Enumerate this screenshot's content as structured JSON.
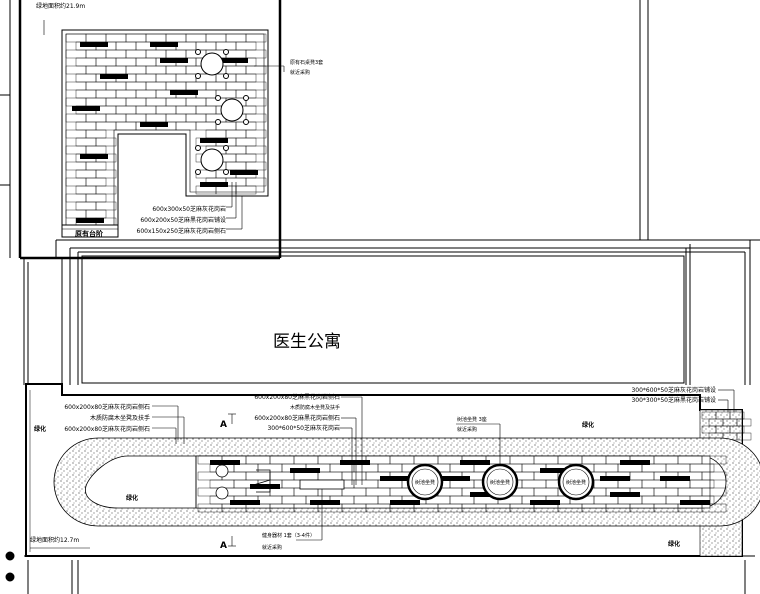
{
  "top_panel": {
    "area_label": "绿地面积约21.9m",
    "callout_stone": "原有石桌凳3套",
    "callout_stone_sub": "就近采购",
    "legend": [
      "600x300x50芝麻灰花岗岩",
      "600x200x50芝麻黑花岗岩铺设",
      "600x150x250芝麻灰花岗岩侧石"
    ],
    "existing_steps": "原有台阶"
  },
  "building": {
    "label": "医生公寓"
  },
  "bottom_panel": {
    "left_callouts": [
      "600x200x80芝麻灰花岗岩侧石",
      "木质防腐木坐凳及扶手",
      "600x200x80芝麻灰花岗岩侧石"
    ],
    "center_callouts": [
      "600x200x80芝麻黑花岗岩侧石",
      "木质防腐木坐凳及扶手",
      "600x200x80芝麻黑花岗岩侧石",
      "300*600*50芝麻灰花岗岩"
    ],
    "tree_callout": "树池坐凳 3座",
    "tree_callout_sub": "就近采购",
    "right_callouts": [
      "300*600*50芝麻灰花岗岩铺设",
      "300*300*50芝麻黑花岗岩铺设"
    ],
    "greenery_labels": [
      "绿化",
      "绿化",
      "绿化",
      "绿化"
    ],
    "tree_pits": [
      "树池坐凳",
      "树池坐凳",
      "树池坐凳"
    ],
    "bottom_area": "绿地面积约12.7m",
    "bench_callout": "健身器材 1套（3-4件）",
    "bench_callout_sub": "就近采购",
    "section_markers": [
      "A",
      "A"
    ]
  }
}
